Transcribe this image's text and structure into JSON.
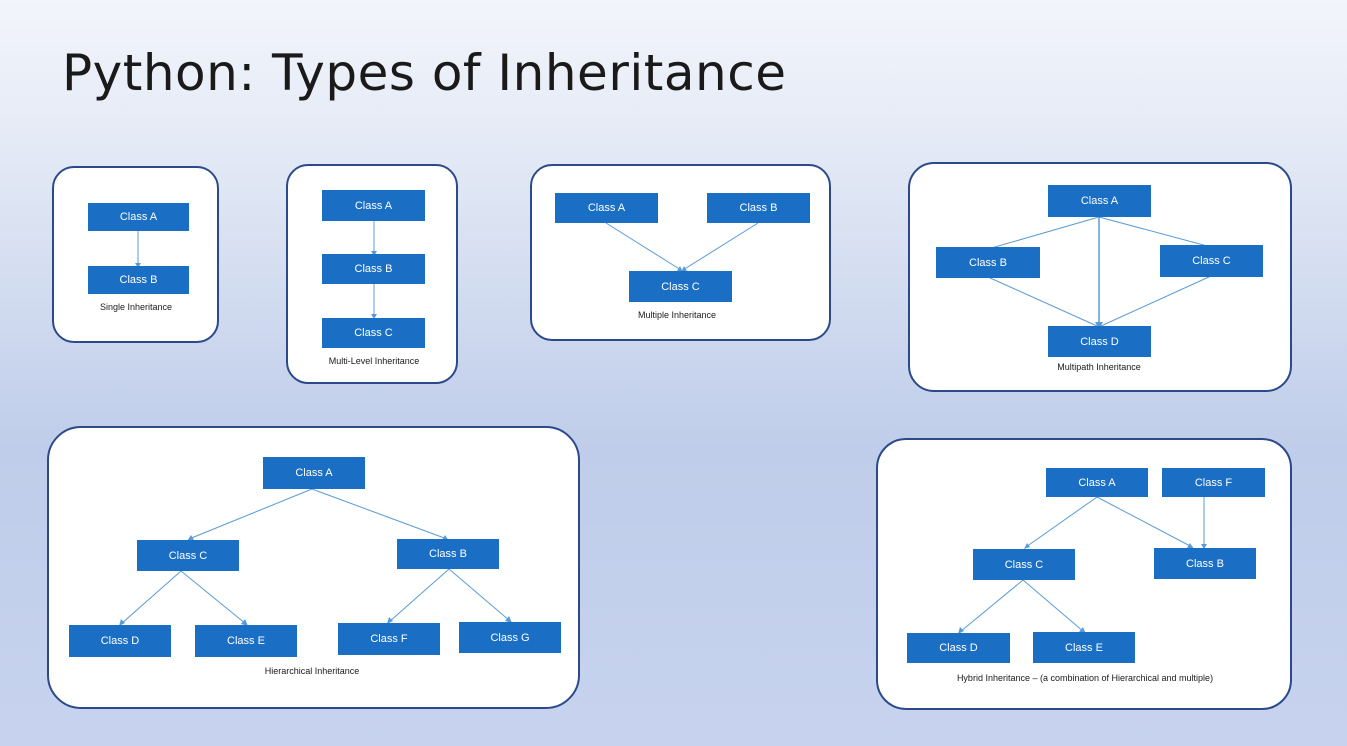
{
  "title": "Python: Types of Inheritance",
  "colors": {
    "node": "#1a6fc4",
    "edge": "#5b9bd5",
    "panel_border": "#2c4a8a"
  },
  "diagrams": {
    "single": {
      "caption": "Single Inheritance",
      "nodes": [
        "Class A",
        "Class B"
      ]
    },
    "multilevel": {
      "caption": "Multi-Level Inheritance",
      "nodes": [
        "Class A",
        "Class B",
        "Class C"
      ]
    },
    "multiple": {
      "caption": "Multiple Inheritance",
      "nodes": [
        "Class A",
        "Class B",
        "Class C"
      ]
    },
    "multipath": {
      "caption": "Multipath Inheritance",
      "nodes": [
        "Class A",
        "Class B",
        "Class C",
        "Class D"
      ]
    },
    "hierarchical": {
      "caption": "Hierarchical Inheritance",
      "nodes": [
        "Class A",
        "Class C",
        "Class B",
        "Class D",
        "Class E",
        "Class F",
        "Class G"
      ]
    },
    "hybrid": {
      "caption": "Hybrid Inheritance – (a combination of Hierarchical and multiple)",
      "nodes": [
        "Class A",
        "Class F",
        "Class C",
        "Class B",
        "Class D",
        "Class E"
      ]
    }
  }
}
